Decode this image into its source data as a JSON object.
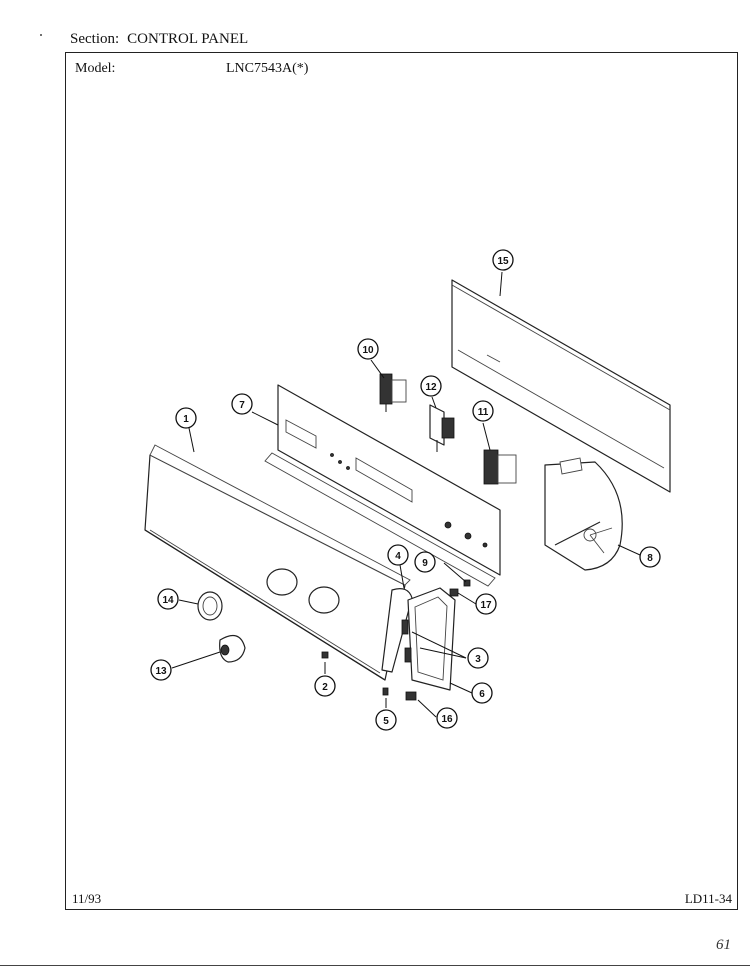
{
  "header": {
    "section_label": "Section:",
    "section_value": "CONTROL PANEL",
    "model_label": "Model:",
    "model_value": "LNC7543A(*)"
  },
  "footer": {
    "date": "11/93",
    "page_code": "LD11-34"
  },
  "handwritten_note": "61",
  "callouts": {
    "c1": "1",
    "c2": "2",
    "c3": "3",
    "c4": "4",
    "c5": "5",
    "c6": "6",
    "c7": "7",
    "c8": "8",
    "c9": "9",
    "c10": "10",
    "c11": "11",
    "c12": "12",
    "c13": "13",
    "c14": "14",
    "c15": "15",
    "c16": "16",
    "c17": "17"
  }
}
